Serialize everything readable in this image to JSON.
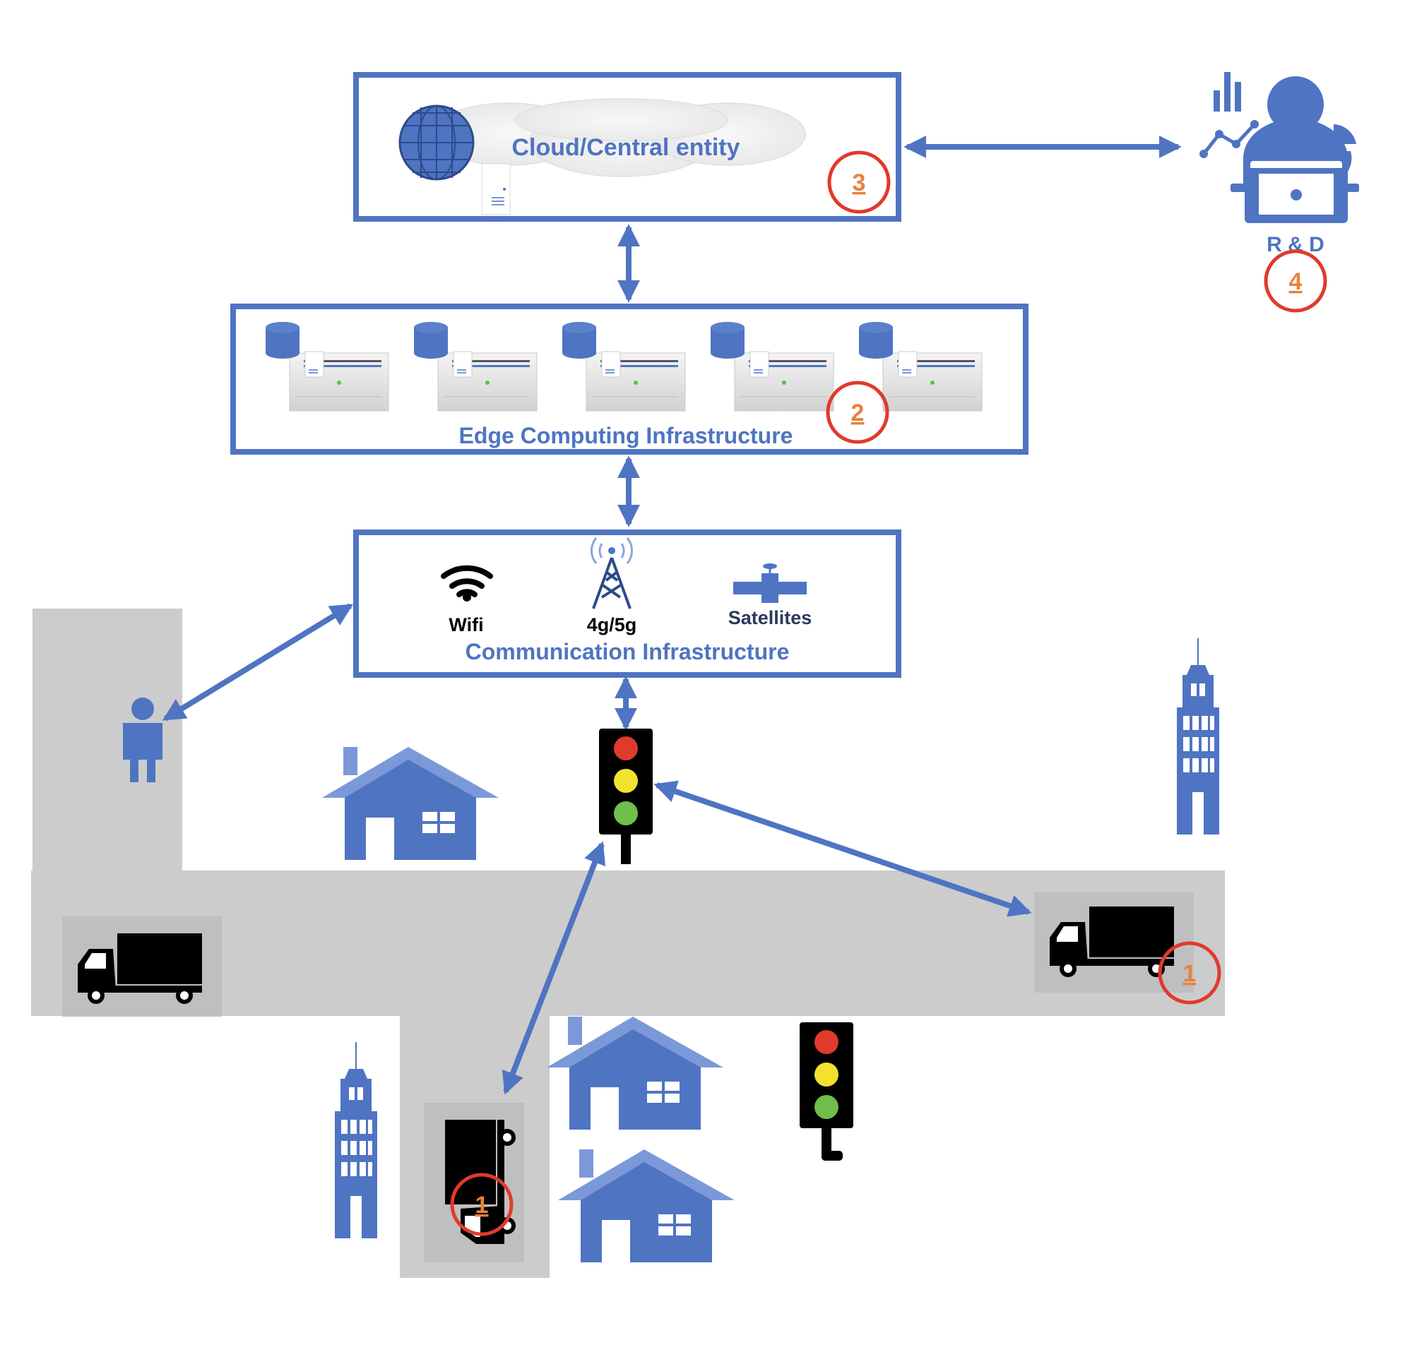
{
  "colors": {
    "blue": "#4f74c2",
    "light_blue": "#6d8fd4",
    "road": "#cccccc",
    "badge_red": "#e03a2c",
    "badge_num": "#e8823c",
    "black": "#000000",
    "light_red": "#e03a2c",
    "light_yellow": "#f2e22e",
    "light_green": "#6fbf4a"
  },
  "cloud": {
    "label": "Cloud/Central entity",
    "badge": "3"
  },
  "edge": {
    "label": "Edge Computing Infrastructure",
    "badge": "2",
    "server_count": 5
  },
  "comm": {
    "label": "Communication Infrastructure",
    "items": {
      "wifi": "Wifi",
      "cell": "4g/5g",
      "satellite": "Satellites"
    }
  },
  "rnd": {
    "label": "R & D",
    "badge": "4"
  },
  "vehicles": {
    "badge": "1"
  },
  "icons": [
    "globe-icon",
    "server-icon",
    "database-icon",
    "wifi-icon",
    "cell-tower-icon",
    "satellite-icon",
    "analyst-icon",
    "person-icon",
    "house-icon",
    "skyscraper-icon",
    "traffic-light-icon",
    "truck-icon"
  ]
}
